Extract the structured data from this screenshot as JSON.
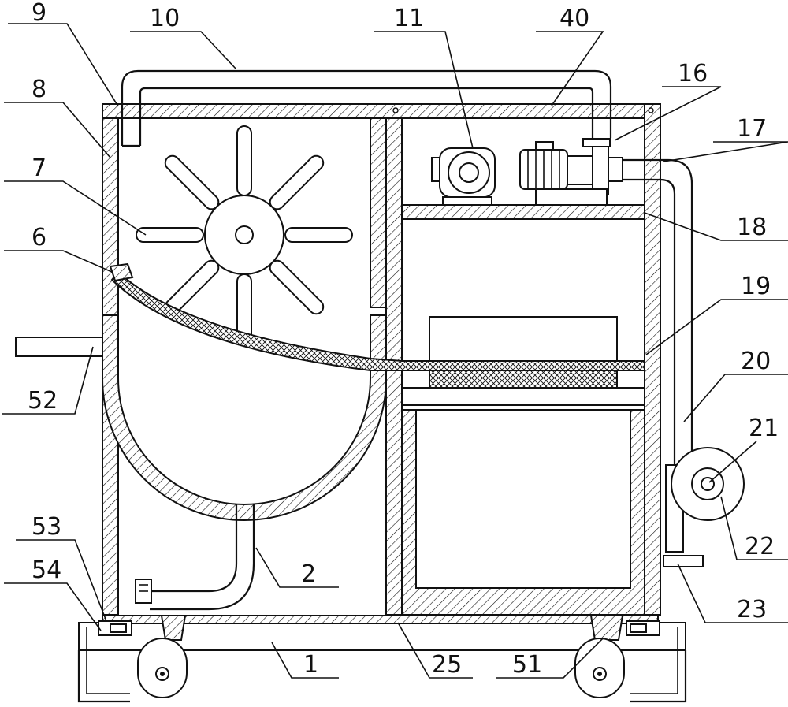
{
  "labels": {
    "l1": "1",
    "l2": "2",
    "l6": "6",
    "l7": "7",
    "l8": "8",
    "l9": "9",
    "l10": "10",
    "l11": "11",
    "l16": "16",
    "l17": "17",
    "l18": "18",
    "l19": "19",
    "l20": "20",
    "l21": "21",
    "l22": "22",
    "l23": "23",
    "l25": "25",
    "l40": "40",
    "l51": "51",
    "l52": "52",
    "l53": "53",
    "l54": "54"
  }
}
